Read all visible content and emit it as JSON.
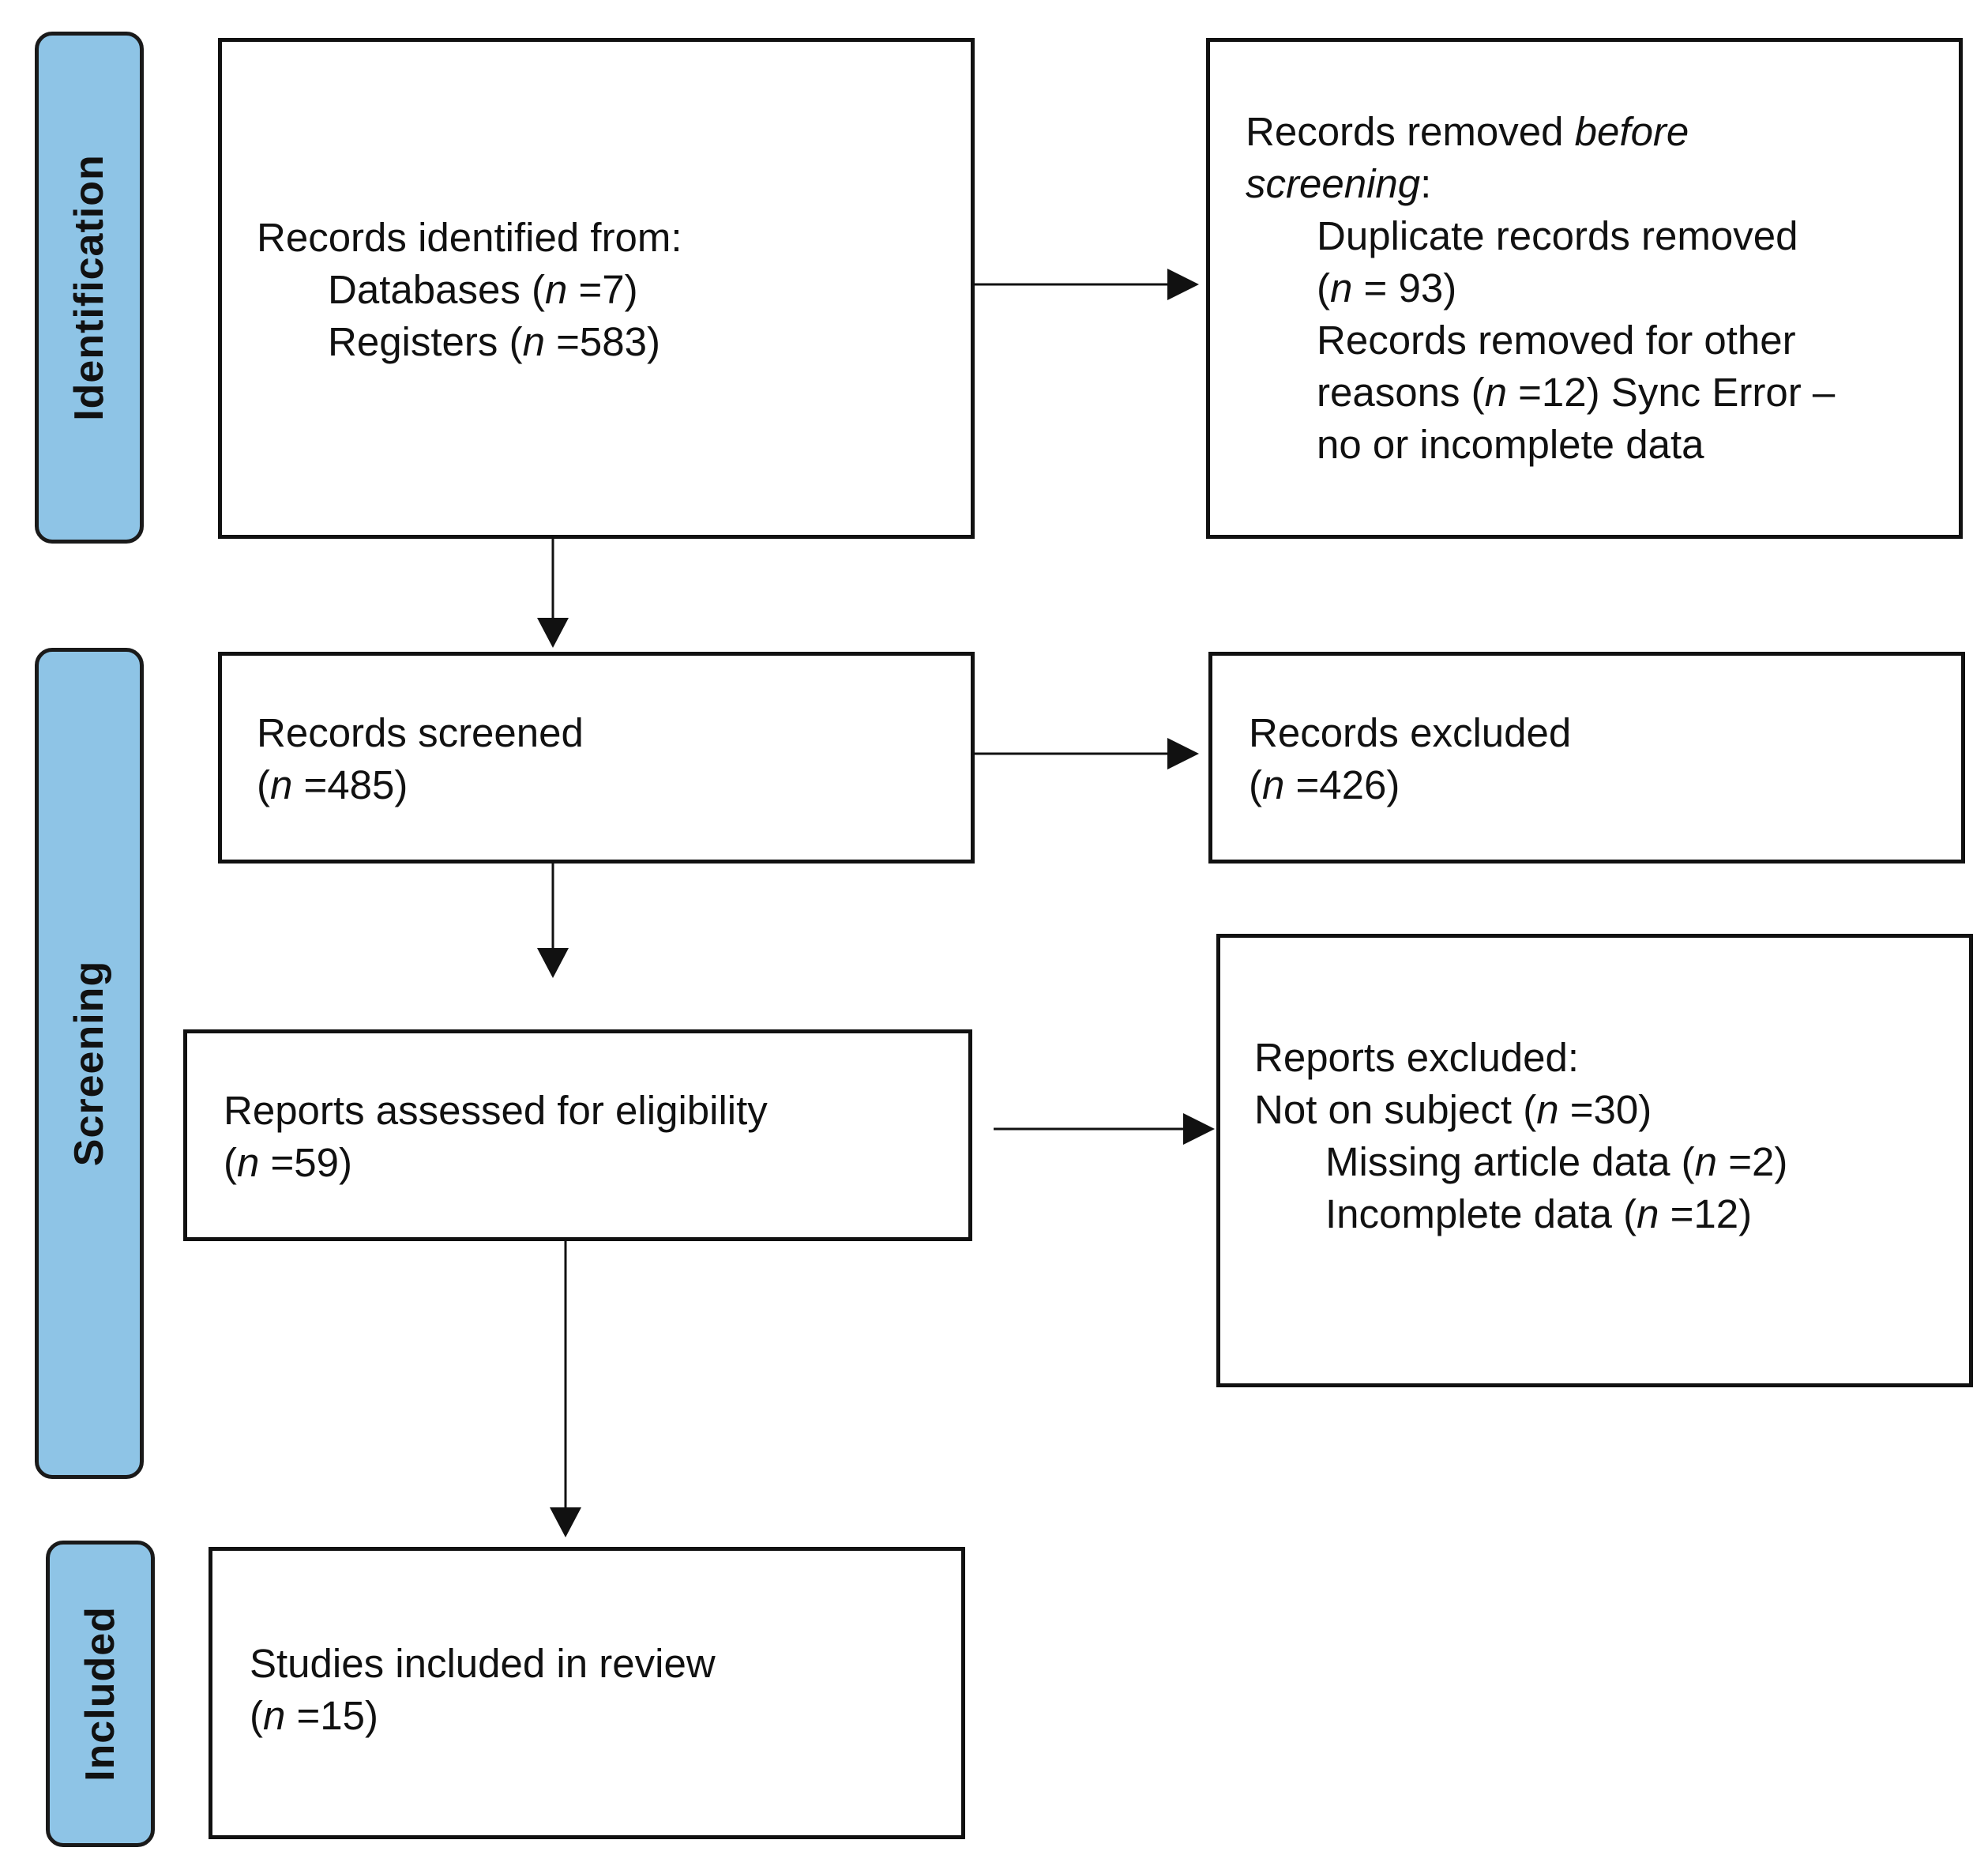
{
  "phases": {
    "identification": "Identification",
    "screening": "Screening",
    "included": "Included"
  },
  "boxes": {
    "records_identified": {
      "heading": "Records identified from:",
      "databases_label": "Databases (",
      "databases_value": " =7)",
      "registers_label": "Registers (",
      "registers_value": " =583)"
    },
    "records_removed": {
      "line1_prefix": "Records removed ",
      "line1_em": "before",
      "line2_em": "screening",
      "line2_suffix": ":",
      "duplicates_label": "Duplicate records removed",
      "duplicates_value": " = 93)",
      "other_label": "Records removed for other",
      "other_prefix": "reasons (",
      "other_value": " =12) Sync Error –",
      "other_tail": "no or incomplete data"
    },
    "records_screened": {
      "label": "Records screened",
      "value": " =485)"
    },
    "records_excluded": {
      "label": "Records excluded",
      "value": " =426)"
    },
    "reports_assessed": {
      "label": "Reports assessed for eligibility",
      "value": " =59)"
    },
    "reports_excluded": {
      "heading": "Reports excluded:",
      "not_on_subject_label": "Not on subject (",
      "not_on_subject_value": " =30)",
      "missing_label": "Missing article data (",
      "missing_value": " =2)",
      "incomplete_label": "Incomplete data (",
      "incomplete_value": " =12)"
    },
    "studies_included": {
      "label": "Studies included in review",
      "value": " =15)"
    }
  },
  "symbols": {
    "n": "n",
    "open_paren": "("
  },
  "colors": {
    "phase_fill": "#8ec4e6",
    "stroke": "#111111",
    "background": "#ffffff"
  }
}
